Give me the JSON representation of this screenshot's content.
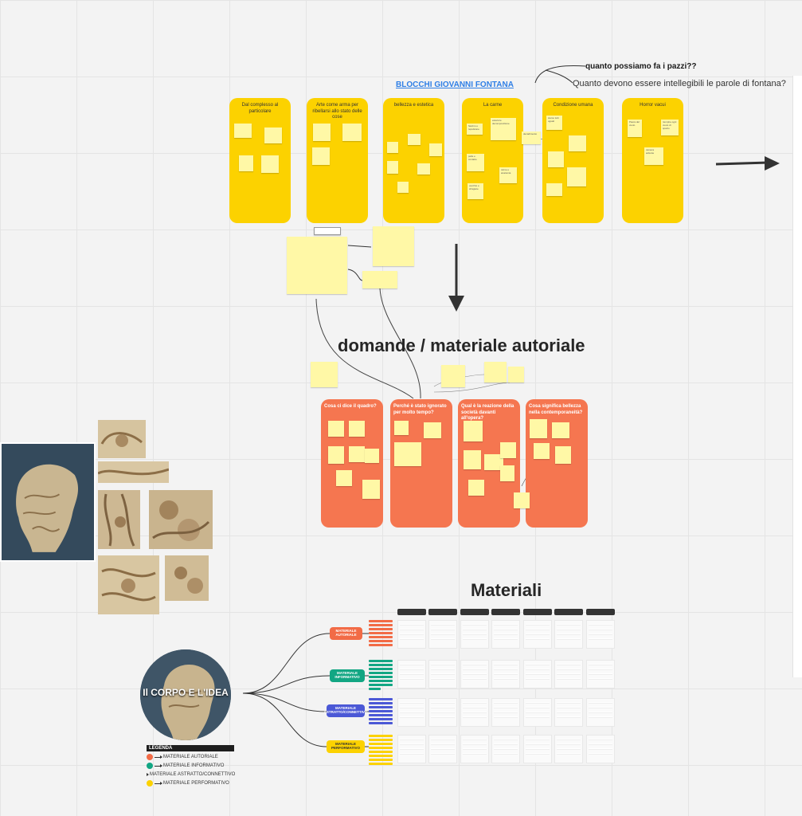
{
  "header": {
    "board_title": "BLOCCHI GIOVANNI FONTANA",
    "question_1": "quanto possiamo fa i pazzi??",
    "question_2": "Quanto devono essere intellegibili le parole di fontana?"
  },
  "yellow_columns": [
    {
      "title": "Dal complesso al particolare"
    },
    {
      "title": "Arte come arma per ribellarsi allo stato delle cose"
    },
    {
      "title": "bellezza e estetica"
    },
    {
      "title": "La carne"
    },
    {
      "title": "Condizione umana"
    },
    {
      "title": "Horror vacui"
    }
  ],
  "yellow_notes": {
    "carne_1": "fascino e repulsione",
    "carne_2": "decadimento",
    "carne_3": "esteriore decomposizione",
    "carne_4": "pelle e contatto",
    "carne_5": "carne e anatomia",
    "carne_6": "vecchio e sfragiare",
    "horror_1": "Paura del vuoto",
    "horror_2": "camera ardente",
    "horror_3": "riempire ogni vuoto di spazio",
    "condizione_1": "siamo tutti uguali"
  },
  "sections": {
    "domande_title": "domande / materiale autoriale",
    "materiali_title": "Materiali"
  },
  "red_columns": [
    {
      "title": "Cosa ci dice il quadro?"
    },
    {
      "title": "Perché è stato ignorato per molto tempo?"
    },
    {
      "title": "Qual è la reazione della società davanti all'opera?"
    },
    {
      "title": "Cosa significa bellezza nella contemporaneità?"
    }
  ],
  "materiali": {
    "center_label": "Il CORPO E L'IDEA",
    "branches": [
      {
        "label": "MATERIALE AUTORIALE",
        "color": "#f26b46"
      },
      {
        "label": "MATERIALE INFORMATIVO",
        "color": "#12a683"
      },
      {
        "label": "MATERIALE ASTRATTO/CONNETTIVO",
        "color": "#4b58d6"
      },
      {
        "label": "MATERIALE PERFORMATIVO",
        "color": "#fcd200"
      }
    ]
  },
  "legend": {
    "title": "LEGENDA",
    "items": [
      {
        "label": "MATERIALE AUTORIALE",
        "color": "#f26b46"
      },
      {
        "label": "MATERIALE INFORMATIVO",
        "color": "#12a683"
      },
      {
        "label": "MATERIALE ASTRATTO/CONNETTIVO",
        "color": "#4b58d6"
      },
      {
        "label": "MATERIALE PERFORMATIVO",
        "color": "#fcd200"
      }
    ]
  },
  "colors": {
    "yellow": "#fcd200",
    "red": "#f57650",
    "sticky": "#fff8a6",
    "link": "#2f7fe6"
  },
  "icons": [
    "arrow-right-icon",
    "arrow-down-icon"
  ]
}
